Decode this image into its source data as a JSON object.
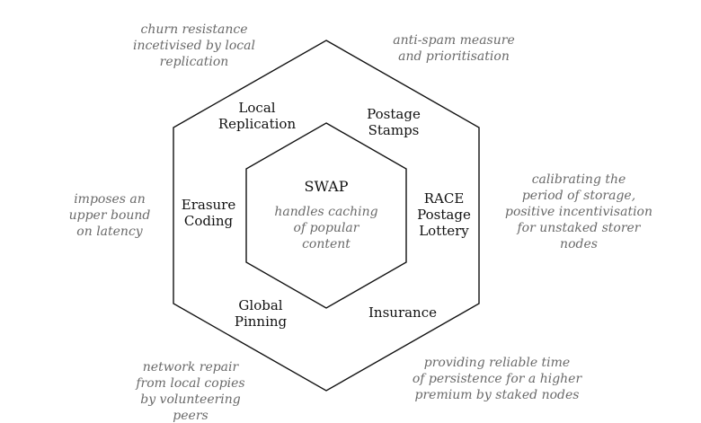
{
  "diagram": {
    "center": {
      "title": "SWAP",
      "description": "handles caching\nof popular\ncontent"
    },
    "components": {
      "local_replication": "Local\nReplication",
      "postage_stamps": "Postage\nStamps",
      "erasure_coding": "Erasure\nCoding",
      "race_postage_lottery": "RACE\nPostage\nLottery",
      "global_pinning": "Global\nPinning",
      "insurance": "Insurance"
    },
    "notes": {
      "local_replication": "churn resistance\nincetivised by local\nreplication",
      "postage_stamps": "anti-spam measure\nand prioritisation",
      "erasure_coding": "imposes an\nupper bound\non latency",
      "race_postage_lottery": "calibrating the\nperiod of storage,\npositive incentivisation\nfor unstaked storer\nnodes",
      "global_pinning": "network repair\nfrom local copies\nby volunteering\npeers",
      "insurance": "providing reliable time\nof persistence for a higher\npremium by staked nodes"
    }
  }
}
